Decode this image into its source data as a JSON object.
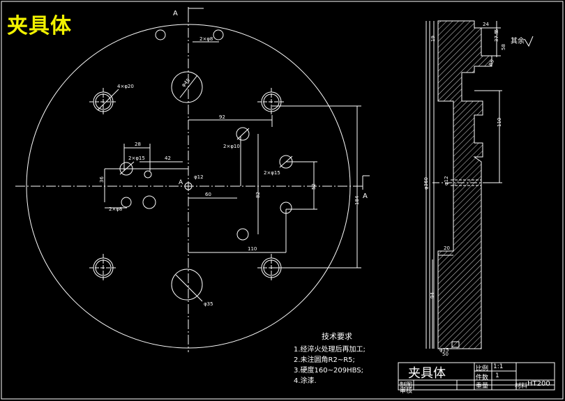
{
  "drawing": {
    "corner_title": "夹具体",
    "section_marks": {
      "top": "A",
      "right": "A",
      "center": "A"
    },
    "front_view": {
      "dimensions": {
        "top_hole_pattern": "2×φ8",
        "upper_hole_size": "4×φ20",
        "big_hole_top": "φ45",
        "big_hole_bottom": "φ35",
        "dim_92": "92",
        "dim_28": "28",
        "hole_2x15_left": "2×φ15",
        "dim_42": "42",
        "hole_2x10": "2×φ10",
        "hole_2x15_right": "2×φ15",
        "center_hole": "φ12",
        "dim_36": "36",
        "dim_60": "60",
        "dim_82": "82",
        "dim_52": "52",
        "dim_184": "184",
        "hole_2x8_bottom": "2×φ8",
        "dim_110": "110"
      }
    },
    "side_view": {
      "dimensions": {
        "dim_24": "24",
        "dim_5": "5",
        "dim_37_5": "37.5",
        "dim_58": "58",
        "dim_19": "19",
        "dim_R5": "R5",
        "dim_110": "110",
        "dim_phi360": "φ360",
        "dim_phi12": "φ12",
        "dim_20": "20",
        "dim_94": "94",
        "dim_phi15": "φ15",
        "dim_50": "50"
      },
      "surface_note": "其余"
    },
    "technical_requirements": {
      "heading": "技术要求",
      "items": [
        "1.经淬火处理后再加工;",
        "2.未注圆角R2~R5;",
        "3.硬度160~209HBS;",
        "4.涂漆."
      ]
    },
    "title_block": {
      "part_name": "夹具体",
      "scale_label": "比例",
      "scale_value": "1:1",
      "qty_label": "件数",
      "qty_value": "1",
      "drawn_label": "制图",
      "weight_label": "重量",
      "material_label": "材料",
      "material_value": "HT200",
      "check_label": "审核"
    }
  }
}
